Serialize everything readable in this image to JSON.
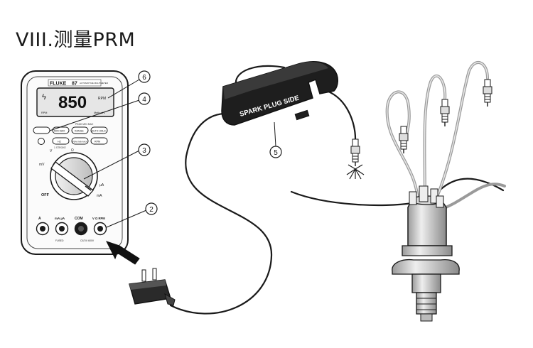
{
  "title": "VIII.测量PRM",
  "meter": {
    "brand": "FLUKE",
    "model": "87",
    "model_sub": "AUTOMOTIVE MULTIMETER",
    "display_value": "850",
    "display_unit": "RPM",
    "display_sub_left": "RPM",
    "display_sub_right": "Method 1",
    "buttons_row1": [
      "",
      "MIN MAX",
      "RANGE",
      "AUTO HOLD"
    ],
    "buttons_row2": [
      "",
      "HZ",
      "PEAK MIN MAX",
      "RPM"
    ],
    "buttons_row1_top": "PEAK MIN MAX",
    "button_row2_side": "1 STROKE",
    "dial_labels": [
      "OFF",
      "mV",
      "V",
      "Ω",
      "µA",
      "mA"
    ],
    "jacks": [
      "A",
      "mA µA",
      "COM",
      "V Ω RPM"
    ],
    "jack_sub_labels": [
      "CAT III 600V",
      "FUSED"
    ]
  },
  "clamp": {
    "label": "SPARK PLUG SIDE"
  },
  "callouts": [
    "6",
    "4",
    "3",
    "2",
    "5"
  ],
  "colors": {
    "outline": "#1a1a1a",
    "meter_body": "#f4f4f4",
    "wire_gray": "#cfcfcf",
    "clamp_body": "#1e1e1e"
  }
}
